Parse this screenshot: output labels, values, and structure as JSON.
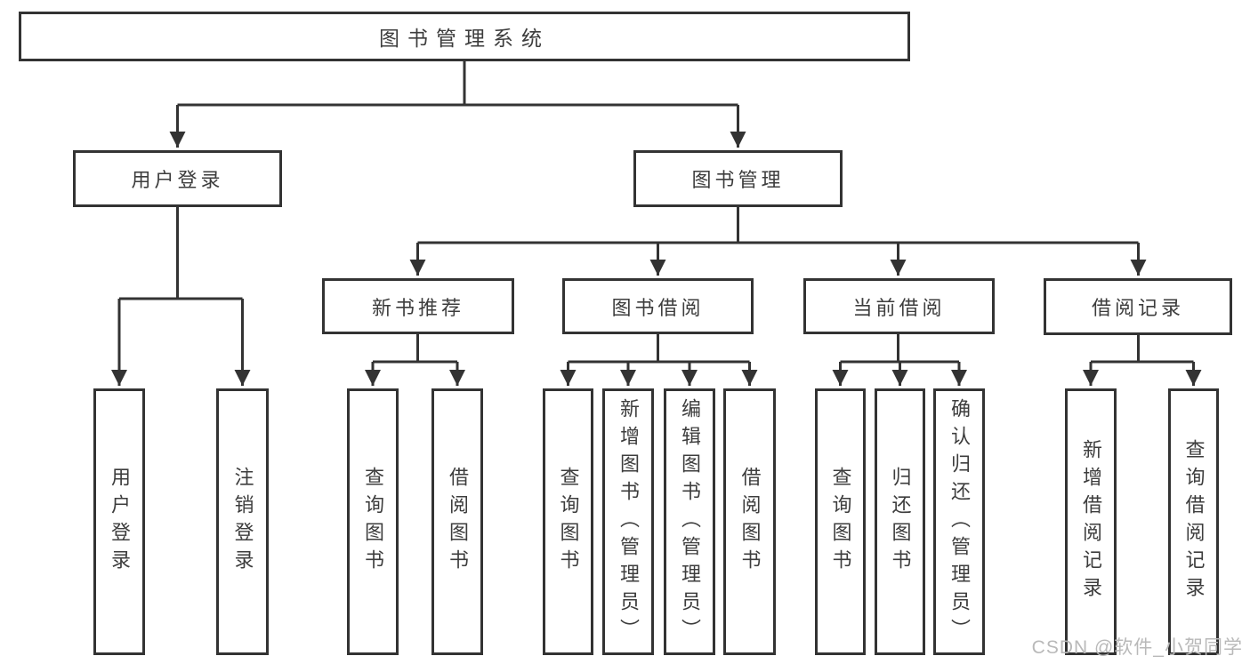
{
  "tree": {
    "root": {
      "label": "图书管理系统"
    },
    "branches": [
      {
        "label": "用户登录",
        "leaves": [
          {
            "label": "用户登录"
          },
          {
            "label": "注销登录"
          }
        ]
      },
      {
        "label": "图书管理",
        "groups": [
          {
            "label": "新书推荐",
            "leaves": [
              {
                "label": "查询图书"
              },
              {
                "label": "借阅图书"
              }
            ]
          },
          {
            "label": "图书借阅",
            "leaves": [
              {
                "label": "查询图书"
              },
              {
                "label": "新增图书（管理员）"
              },
              {
                "label": "编辑图书（管理员）"
              },
              {
                "label": "借阅图书"
              }
            ]
          },
          {
            "label": "当前借阅",
            "leaves": [
              {
                "label": "查询图书"
              },
              {
                "label": "归还图书"
              },
              {
                "label": "确认归还（管理员）"
              }
            ]
          },
          {
            "label": "借阅记录",
            "leaves": [
              {
                "label": "新增借阅记录"
              },
              {
                "label": "查询借阅记录"
              }
            ]
          }
        ]
      }
    ]
  },
  "watermark": {
    "text": "CSDN @软件_小贺同学"
  },
  "colors": {
    "background": "#ffffff",
    "line": "#333333",
    "box_border": "#333333",
    "text": "#3d3d3d",
    "watermark": "#b9b9b9"
  }
}
